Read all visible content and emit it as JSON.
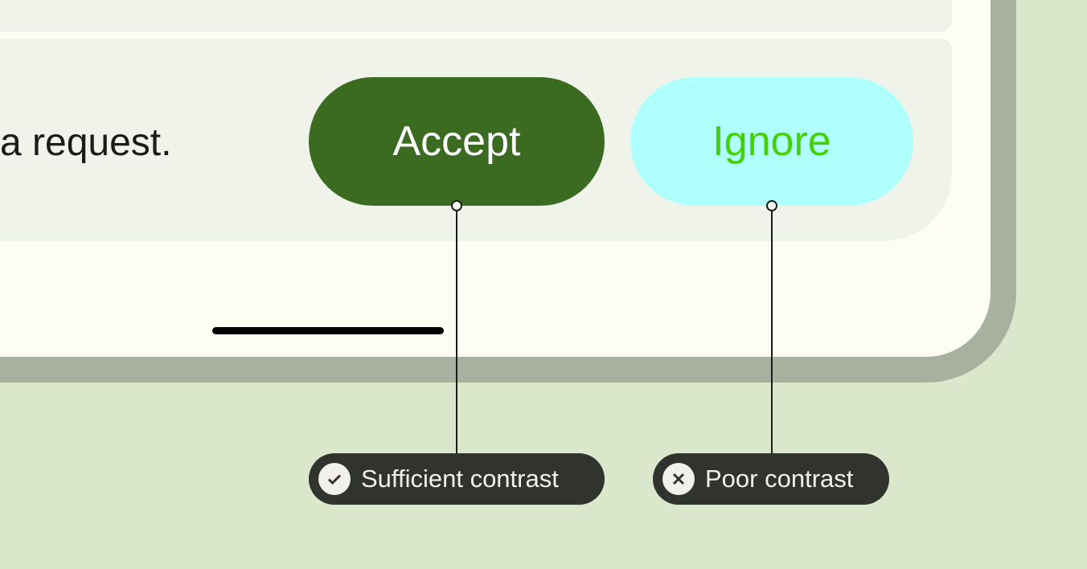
{
  "dialog": {
    "message": "a request.",
    "accept_label": "Accept",
    "ignore_label": "Ignore"
  },
  "annotations": [
    {
      "label": "Sufficient contrast",
      "icon": "check-circle-icon"
    },
    {
      "label": "Poor contrast",
      "icon": "x-circle-icon"
    }
  ],
  "colors": {
    "background": "#dae7cb",
    "accent_button": "#3a6b21",
    "accent_text": "#ffffff",
    "poor_button": "#affffd",
    "poor_text": "#43d100",
    "pill": "#30332e"
  }
}
